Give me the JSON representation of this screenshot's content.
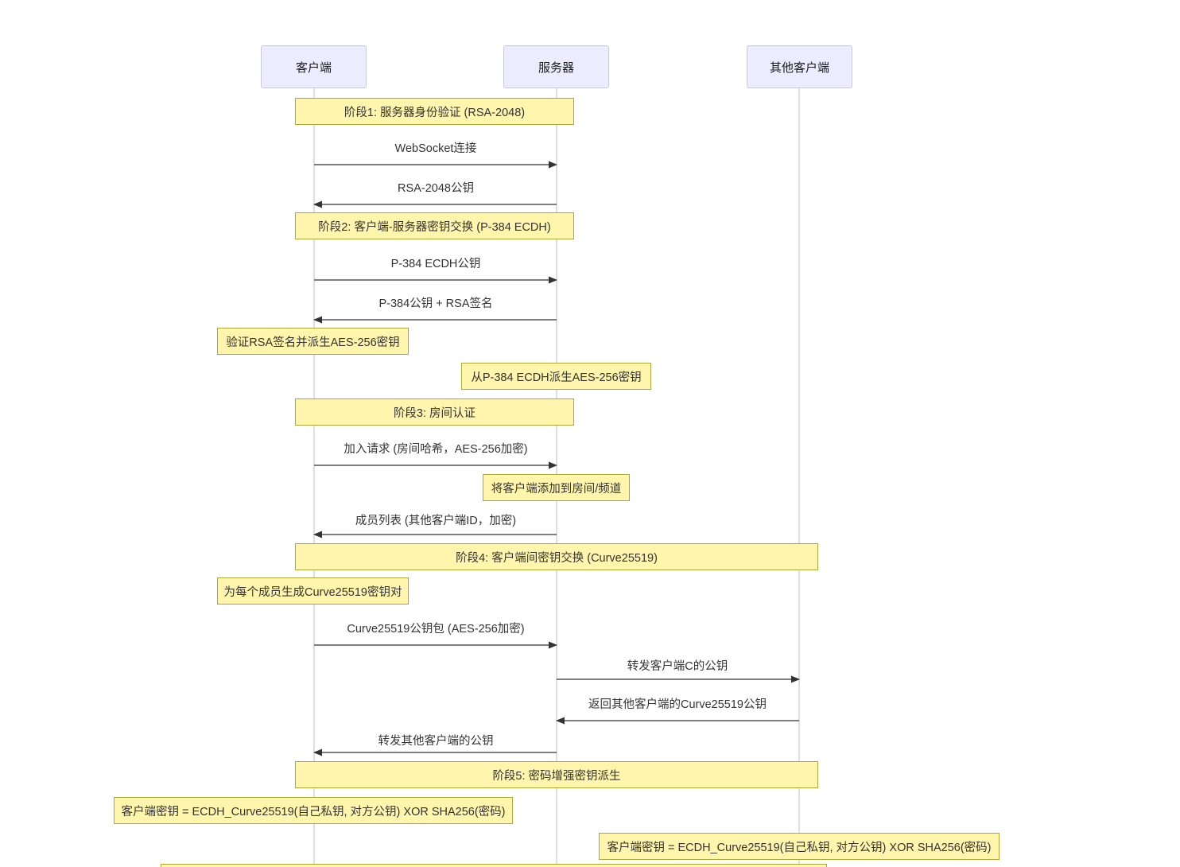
{
  "diagram_type": "sequence-diagram",
  "actors": [
    {
      "id": "client",
      "label": "客户端"
    },
    {
      "id": "server",
      "label": "服务器"
    },
    {
      "id": "others",
      "label": "其他客户端"
    }
  ],
  "phases": [
    {
      "label": "阶段1: 服务器身份验证 (RSA-2048)",
      "span": [
        "client",
        "server"
      ]
    },
    {
      "label": "阶段2: 客户端-服务器密钥交换 (P-384 ECDH)",
      "span": [
        "client",
        "server"
      ]
    },
    {
      "label": "阶段3: 房间认证",
      "span": [
        "client",
        "server"
      ]
    },
    {
      "label": "阶段4: 客户端间密钥交换 (Curve25519)",
      "span": [
        "client",
        "others"
      ]
    },
    {
      "label": "阶段5: 密码增强密钥派生",
      "span": [
        "client",
        "others"
      ]
    }
  ],
  "messages": [
    {
      "label": "WebSocket连接",
      "from": "client",
      "to": "server"
    },
    {
      "label": "RSA-2048公钥",
      "from": "server",
      "to": "client"
    },
    {
      "label": "P-384 ECDH公钥",
      "from": "client",
      "to": "server"
    },
    {
      "label": "P-384公钥 + RSA签名",
      "from": "server",
      "to": "client"
    },
    {
      "label": "加入请求 (房间哈希，AES-256加密)",
      "from": "client",
      "to": "server"
    },
    {
      "label": "成员列表 (其他客户端ID，加密)",
      "from": "server",
      "to": "client"
    },
    {
      "label": "Curve25519公钥包 (AES-256加密)",
      "from": "client",
      "to": "server"
    },
    {
      "label": "转发客户端C的公钥",
      "from": "server",
      "to": "others"
    },
    {
      "label": "返回其他客户端的Curve25519公钥",
      "from": "others",
      "to": "server"
    },
    {
      "label": "转发其他客户端的公钥",
      "from": "server",
      "to": "client"
    }
  ],
  "notes": [
    {
      "label": "验证RSA签名并派生AES-256密钥",
      "over": "client"
    },
    {
      "label": "从P-384 ECDH派生AES-256密钥",
      "over": "server"
    },
    {
      "label": "将客户端添加到房间/频道",
      "over": "server"
    },
    {
      "label": "为每个成员生成Curve25519密钥对",
      "over": "client"
    },
    {
      "label": "客户端密钥 = ECDH_Curve25519(自己私钥, 对方公钥) XOR SHA256(密码)",
      "over": "client"
    },
    {
      "label": "客户端密钥 = ECDH_Curve25519(自己私钥, 对方公钥) XOR SHA256(密码)",
      "over": "others"
    }
  ],
  "colors": {
    "background": "#FFFFFF",
    "actor_fill": "#ECECFF",
    "actor_border": "#C8C8E0",
    "note_fill": "#FFF5AD",
    "note_border": "#AAAA33",
    "lifeline": "#D5D0E8",
    "arrow": "#333333",
    "text": "#333333"
  }
}
